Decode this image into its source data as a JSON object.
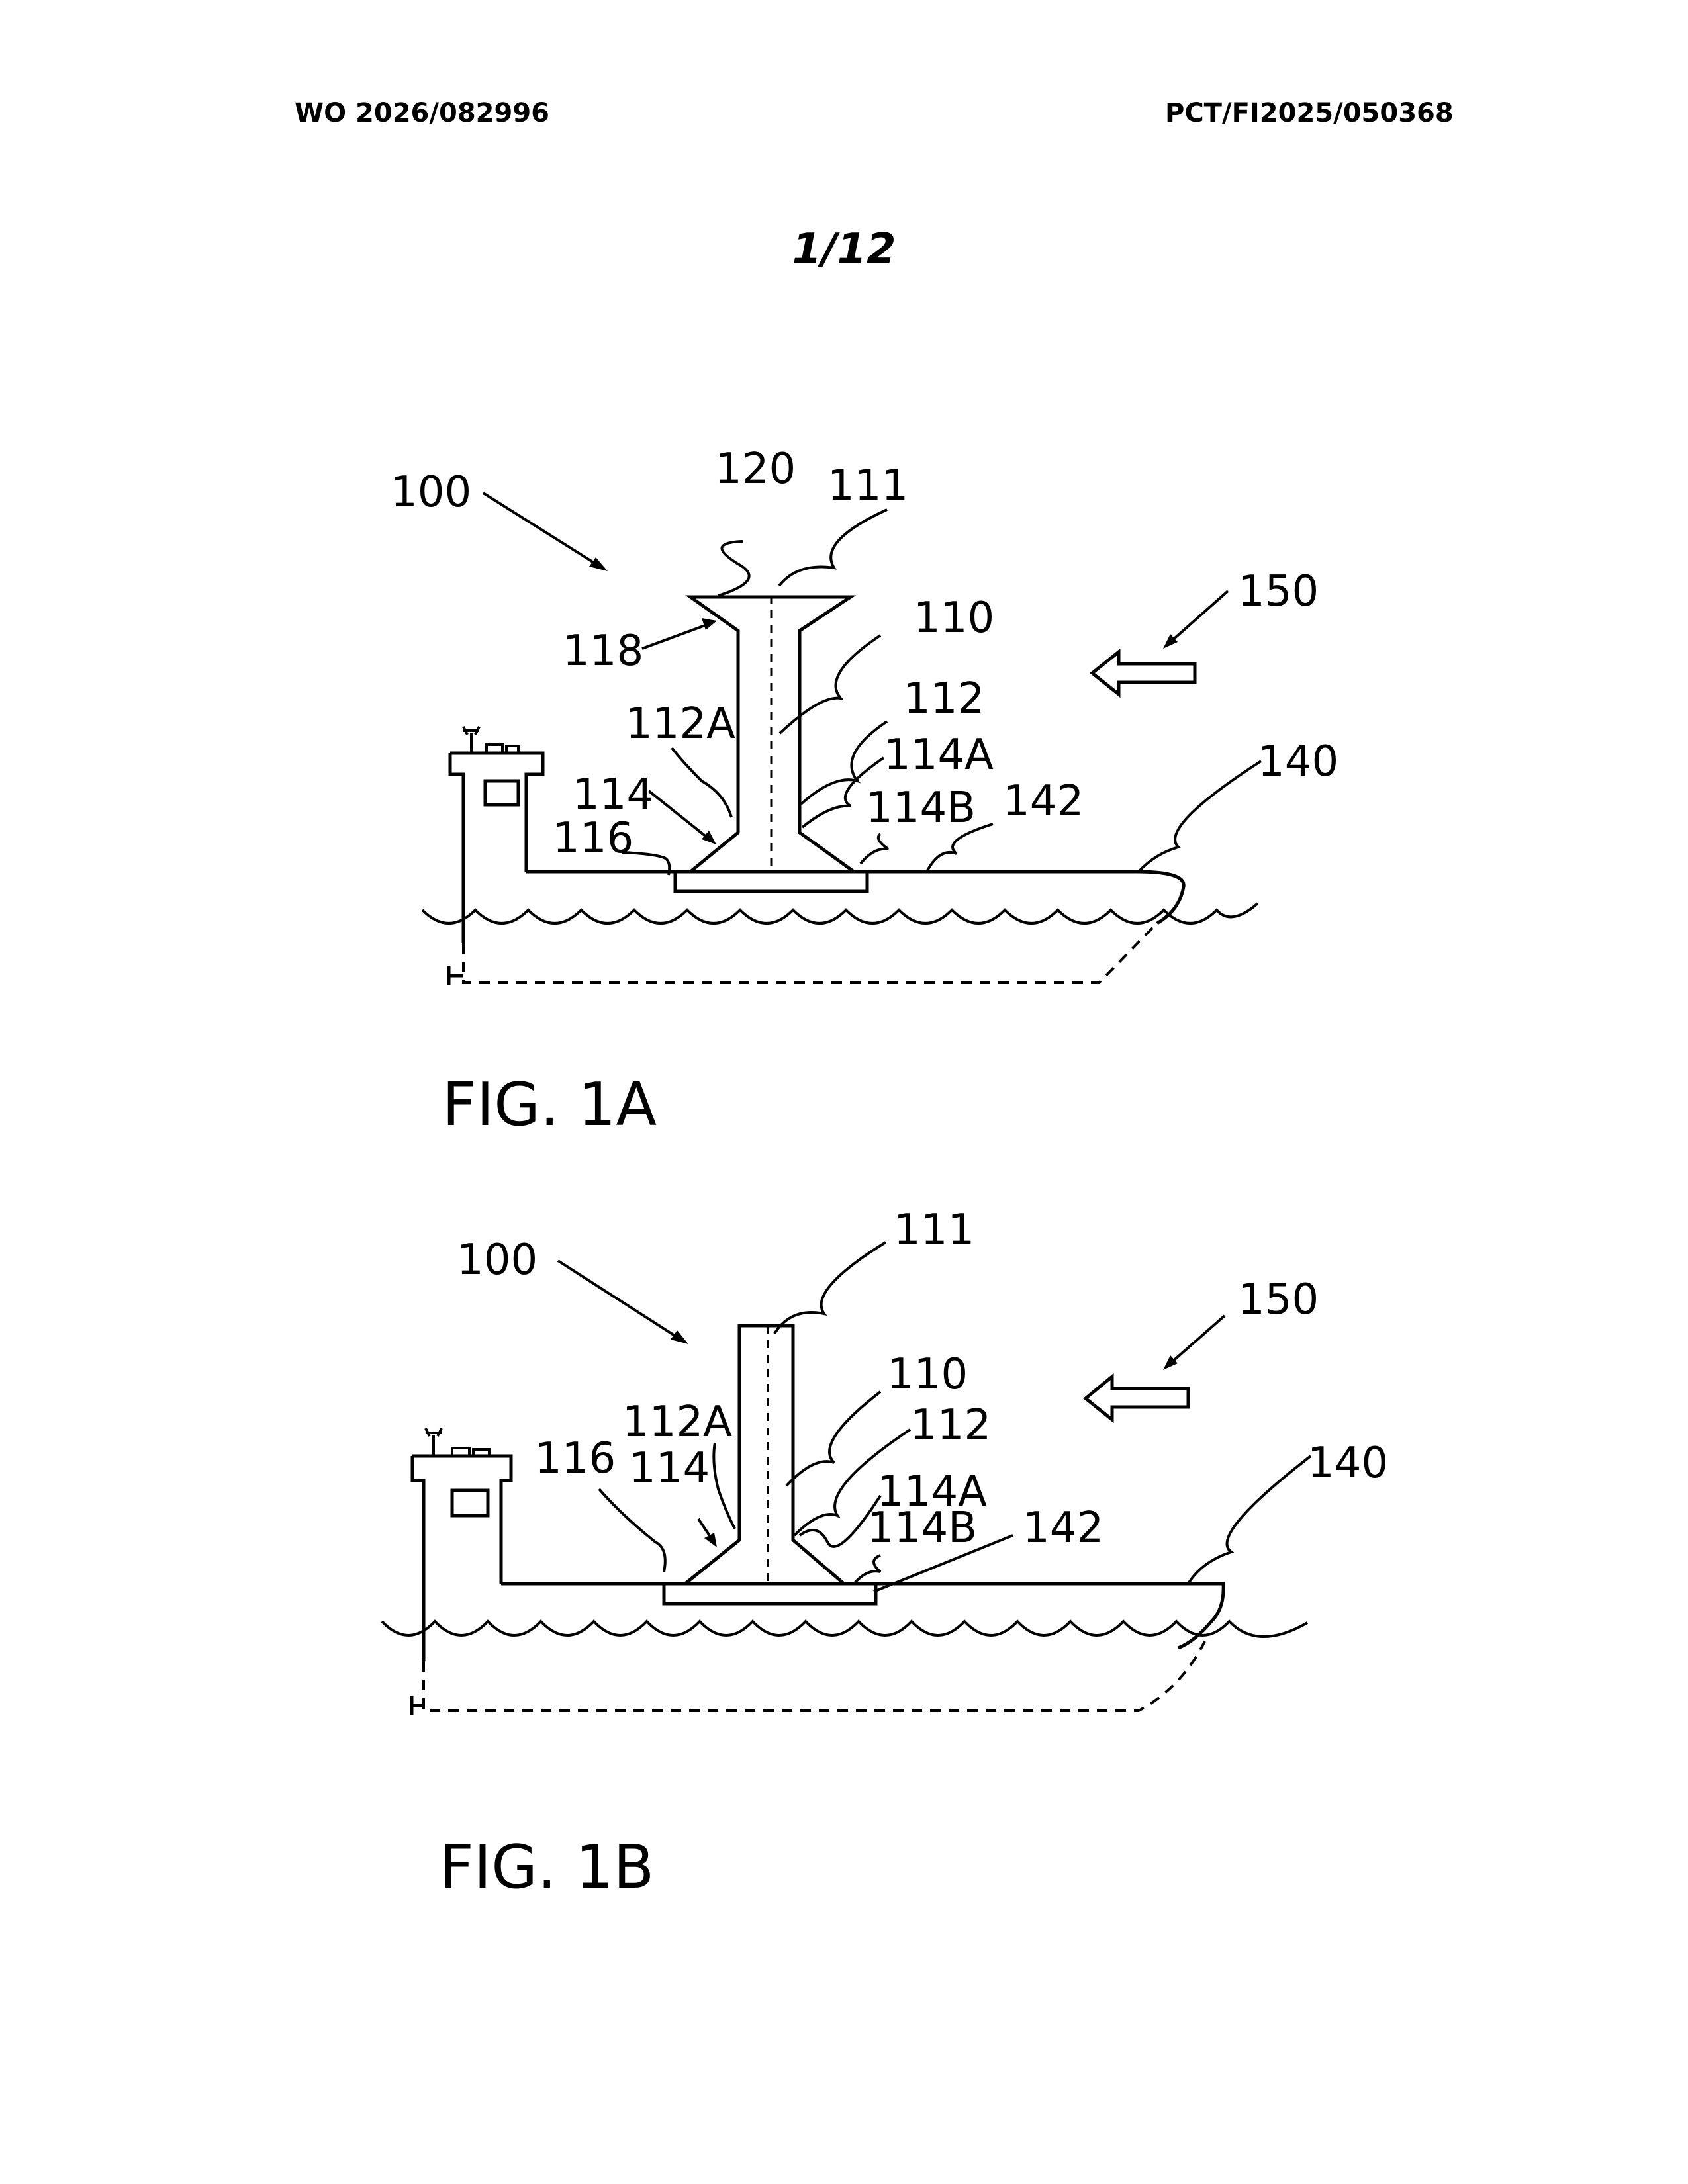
{
  "header": {
    "publication_number": "WO 2026/082996",
    "application_number": "PCT/FI2025/050368"
  },
  "sheet_number": "1/12",
  "figures": [
    {
      "caption": "FIG. 1A",
      "labels": {
        "l100": "100",
        "l120": "120",
        "l111": "111",
        "l150": "150",
        "l118": "118",
        "l110": "110",
        "l112": "112",
        "l112A": "112A",
        "l114A": "114A",
        "l140": "140",
        "l114": "114",
        "l114B": "114B",
        "l142": "142",
        "l116": "116"
      }
    },
    {
      "caption": "FIG. 1B",
      "labels": {
        "l111": "111",
        "l100": "100",
        "l150": "150",
        "l110": "110",
        "l112A": "112A",
        "l112": "112",
        "l116": "116",
        "l114": "114",
        "l114A": "114A",
        "l140": "140",
        "l114B": "114B",
        "l142": "142"
      }
    }
  ]
}
